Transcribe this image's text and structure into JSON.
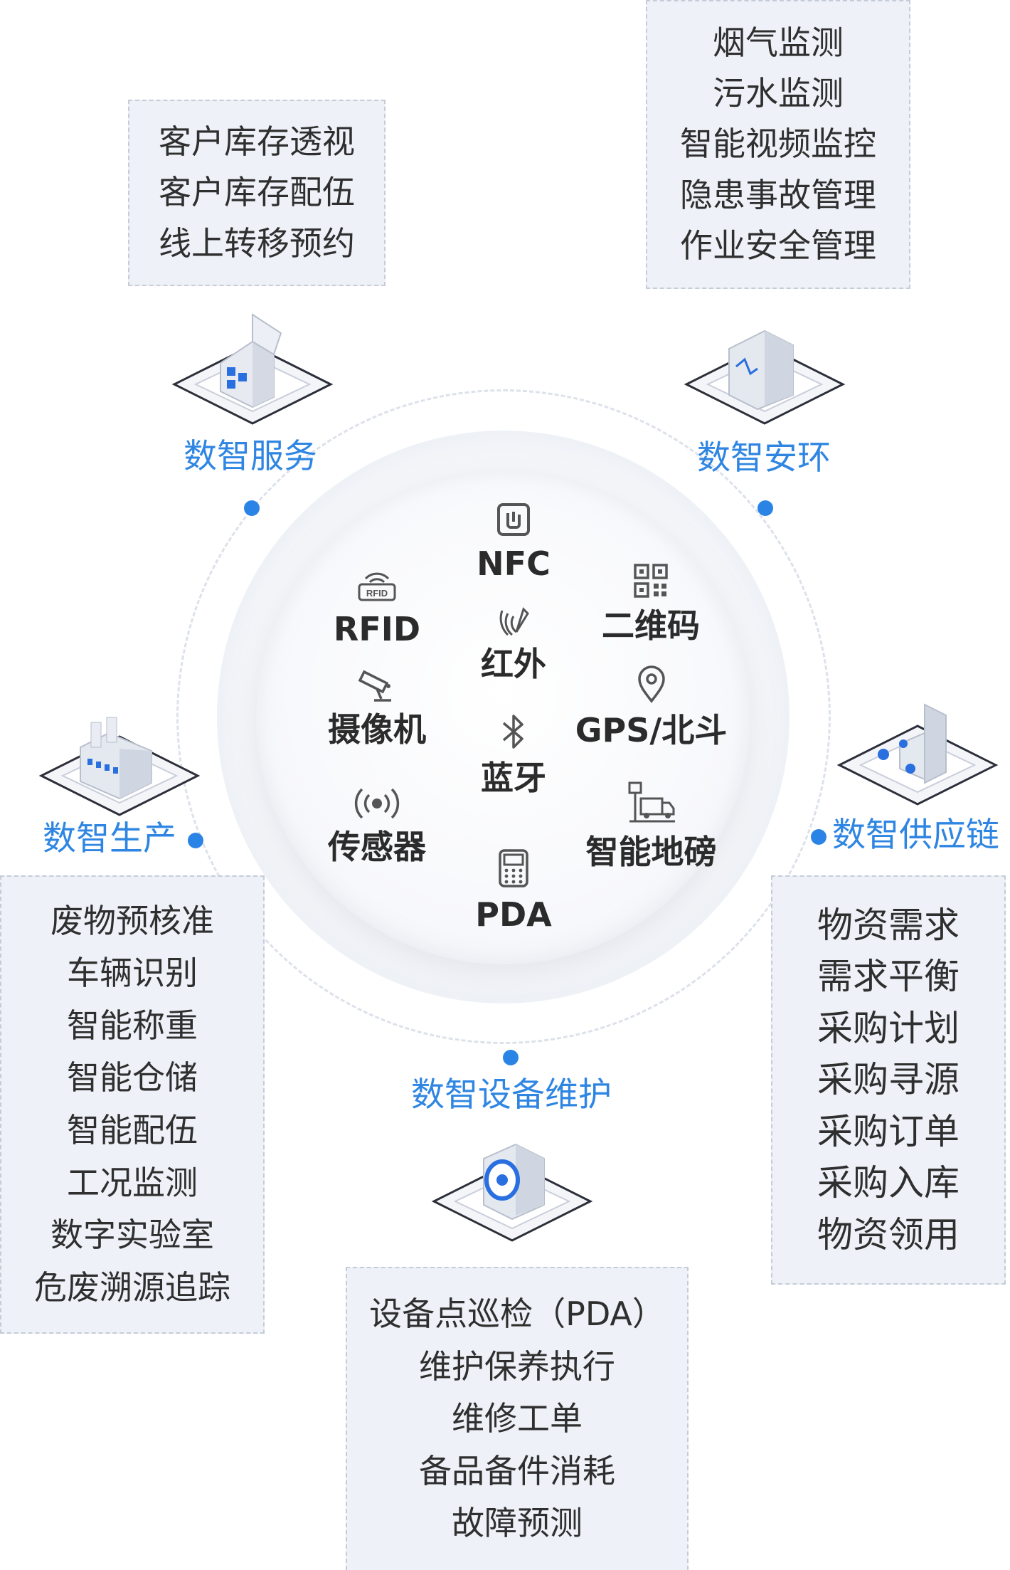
{
  "center_tech": [
    {
      "icon": "nfc-icon",
      "label": "NFC"
    },
    {
      "icon": "rfid-icon",
      "label": "RFID",
      "icon_text": "RFID"
    },
    {
      "icon": "qrcode-icon",
      "label": "二维码"
    },
    {
      "icon": "infrared-icon",
      "label": "红外"
    },
    {
      "icon": "camera-icon",
      "label": "摄像机"
    },
    {
      "icon": "location-pin-icon",
      "label": "GPS/北斗"
    },
    {
      "icon": "bluetooth-icon",
      "label": "蓝牙"
    },
    {
      "icon": "sensor-icon",
      "label": "传感器"
    },
    {
      "icon": "truck-scale-icon",
      "label": "智能地磅"
    },
    {
      "icon": "pda-icon",
      "label": "PDA"
    }
  ],
  "categories": {
    "service": {
      "label": "数智服务",
      "icon": "house-icon",
      "items": [
        "客户库存透视",
        "客户库存配伍",
        "线上转移预约"
      ]
    },
    "env_safety": {
      "label": "数智安环",
      "icon": "monitor-chart-icon",
      "items": [
        "烟气监测",
        "污水监测",
        "智能视频监控",
        "隐患事故管理",
        "作业安全管理"
      ]
    },
    "production": {
      "label": "数智生产",
      "icon": "factory-icon",
      "items": [
        "废物预核准",
        "车辆识别",
        "智能称重",
        "智能仓储",
        "智能配伍",
        "工况监测",
        "数字实验室",
        "危废溯源追踪"
      ]
    },
    "supply_chain": {
      "label": "数智供应链",
      "icon": "supply-chain-icon",
      "items": [
        "物资需求",
        "需求平衡",
        "采购计划",
        "采购寻源",
        "采购订单",
        "采购入库",
        "物资领用"
      ]
    },
    "maintenance": {
      "label": "数智设备维护",
      "icon": "maintenance-icon",
      "items": [
        "设备点巡检（PDA）",
        "维护保养执行",
        "维修工单",
        "备品备件消耗",
        "故障预测"
      ]
    }
  },
  "colors": {
    "accent": "#2a84e5",
    "label_blue": "#2f86e2",
    "box_bg": "#eef2f8"
  }
}
